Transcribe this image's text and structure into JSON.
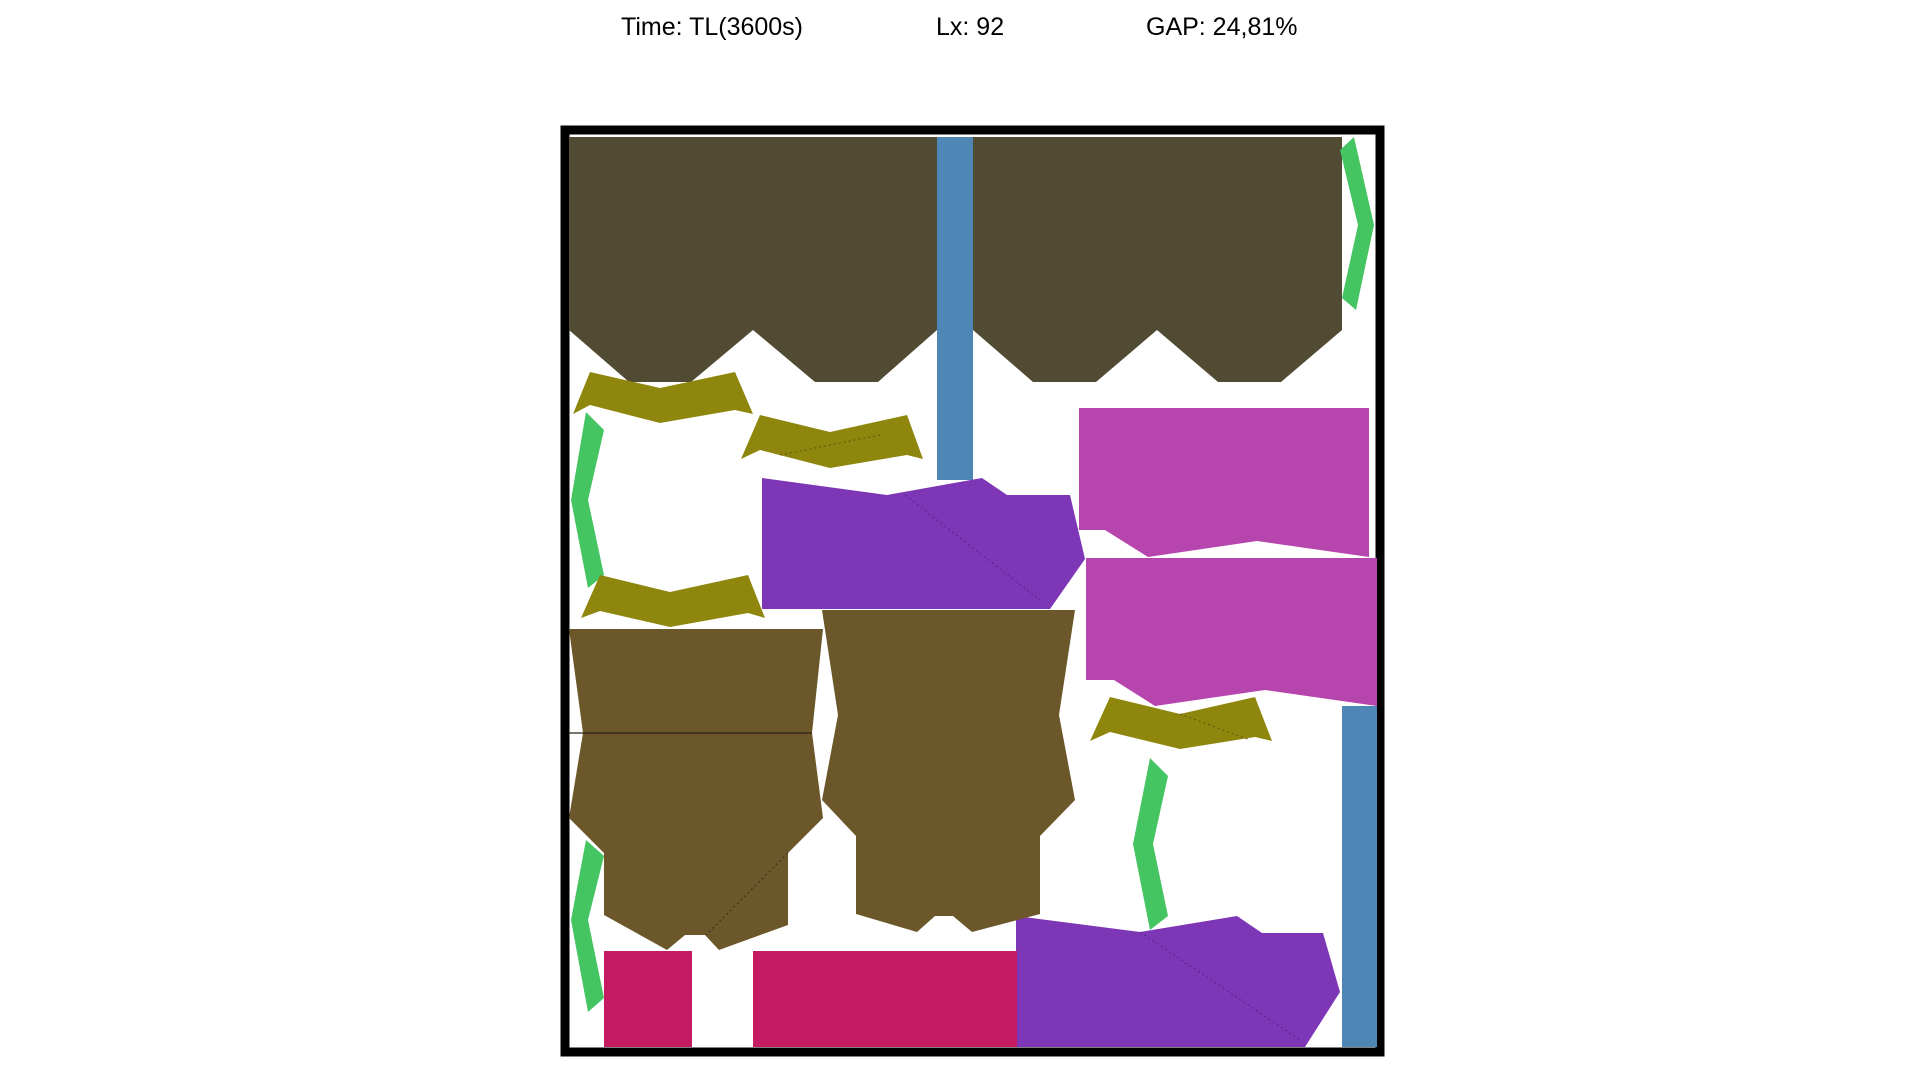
{
  "header": {
    "time": "Time: TL(3600s)",
    "lx": "Lx: 92",
    "gap": "GAP: 24,81%"
  },
  "colors": {
    "background": "#ffffff",
    "container_border": "#000000",
    "dark_olive": "#504b32",
    "olive_yellow": "#8f860e",
    "brown": "#6b5729",
    "steel_blue": "#4e86b5",
    "green": "#45c462",
    "purple": "#7d36b5",
    "orchid": "#b745ae",
    "crimson": "#c41b62"
  }
}
